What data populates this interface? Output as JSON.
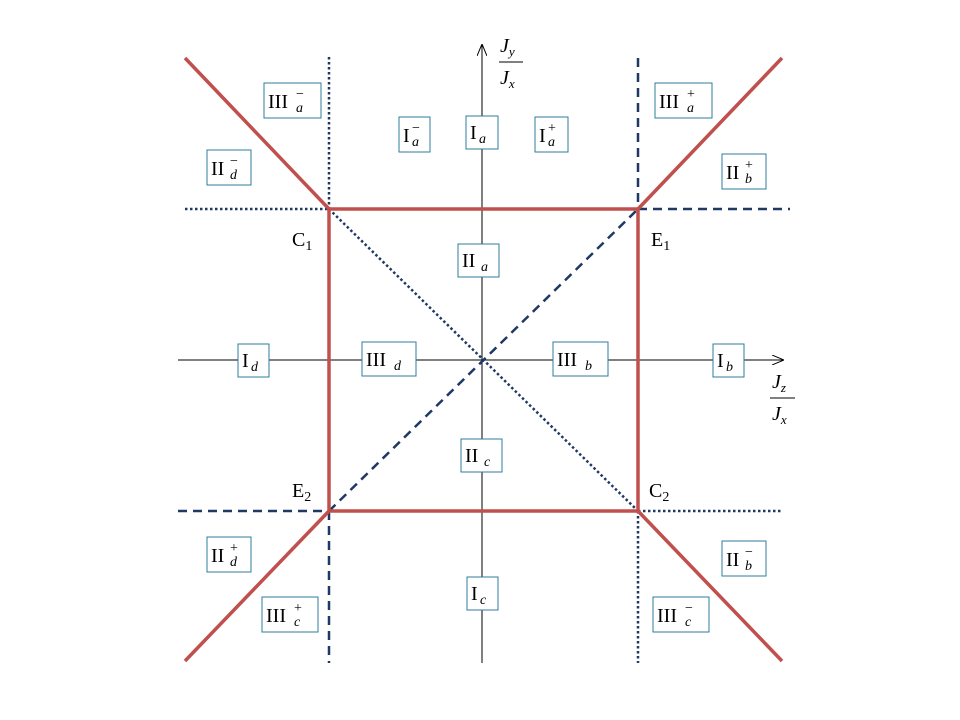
{
  "axes": {
    "vertical": {
      "numerator": "J",
      "numerator_sub": "y",
      "denominator": "J",
      "denominator_sub": "x"
    },
    "horizontal": {
      "numerator": "J",
      "numerator_sub": "z",
      "denominator": "J",
      "denominator_sub": "x"
    }
  },
  "points": {
    "c1": "C",
    "c1_sub": "1",
    "e1": "E",
    "e1_sub": "1",
    "e2": "E",
    "e2_sub": "2",
    "c2": "C",
    "c2_sub": "2"
  },
  "regions": [
    {
      "id": "IIIa-minus",
      "base": "III",
      "sub": "a",
      "sup": "−"
    },
    {
      "id": "Ia-minus",
      "base": "I",
      "sub": "a",
      "sup": "−"
    },
    {
      "id": "Ia",
      "base": "I",
      "sub": "a",
      "sup": ""
    },
    {
      "id": "Ia-plus",
      "base": "I",
      "sub": "a",
      "sup": "+"
    },
    {
      "id": "IIIa-plus",
      "base": "III",
      "sub": "a",
      "sup": "+"
    },
    {
      "id": "IId-minus",
      "base": "II",
      "sub": "d",
      "sup": "−"
    },
    {
      "id": "IIb-plus",
      "base": "II",
      "sub": "b",
      "sup": "+"
    },
    {
      "id": "IIa",
      "base": "II",
      "sub": "a",
      "sup": ""
    },
    {
      "id": "Id",
      "base": "I",
      "sub": "d",
      "sup": ""
    },
    {
      "id": "IIId",
      "base": "III",
      "sub": "d",
      "sup": ""
    },
    {
      "id": "IIIb",
      "base": "III",
      "sub": "b",
      "sup": ""
    },
    {
      "id": "Ib",
      "base": "I",
      "sub": "b",
      "sup": ""
    },
    {
      "id": "IIc",
      "base": "II",
      "sub": "c",
      "sup": ""
    },
    {
      "id": "IId-plus",
      "base": "II",
      "sub": "d",
      "sup": "+"
    },
    {
      "id": "IIb-minus",
      "base": "II",
      "sub": "b",
      "sup": "−"
    },
    {
      "id": "Ic",
      "base": "I",
      "sub": "c",
      "sup": ""
    },
    {
      "id": "IIIc-plus",
      "base": "III",
      "sub": "c",
      "sup": "+"
    },
    {
      "id": "IIIc-minus",
      "base": "III",
      "sub": "c",
      "sup": "−"
    }
  ],
  "colors": {
    "boundary": "#c0504d",
    "dashed": "#1f3864",
    "box_border": "#2e7d9a"
  }
}
